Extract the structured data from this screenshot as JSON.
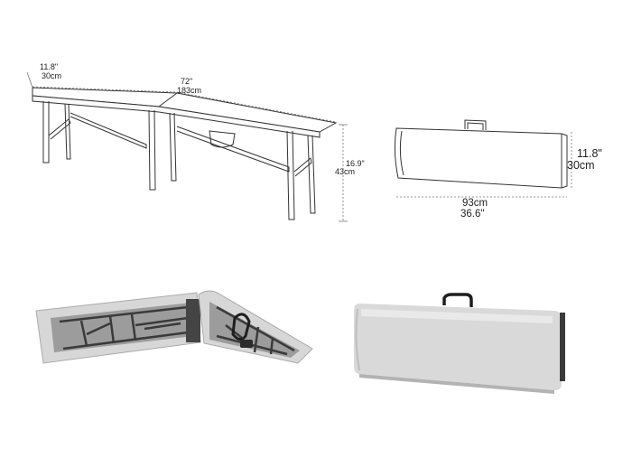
{
  "bench_drawing": {
    "depth_in": "11.8\"",
    "depth_cm": "30cm",
    "length_in": "72\"",
    "length_cm": "183cm",
    "height_in": "16.9\"",
    "height_cm": "43cm"
  },
  "folded_drawing": {
    "height_in": "11.8\"",
    "height_cm": "30cm",
    "width_cm": "93cm",
    "width_in": "36.6\""
  },
  "colors": {
    "line": "#333333",
    "plastic": "#dcdcdc",
    "plastic_dark": "#9a9a9a",
    "frame": "#3a3a3a",
    "handle": "#1e1e1e"
  }
}
